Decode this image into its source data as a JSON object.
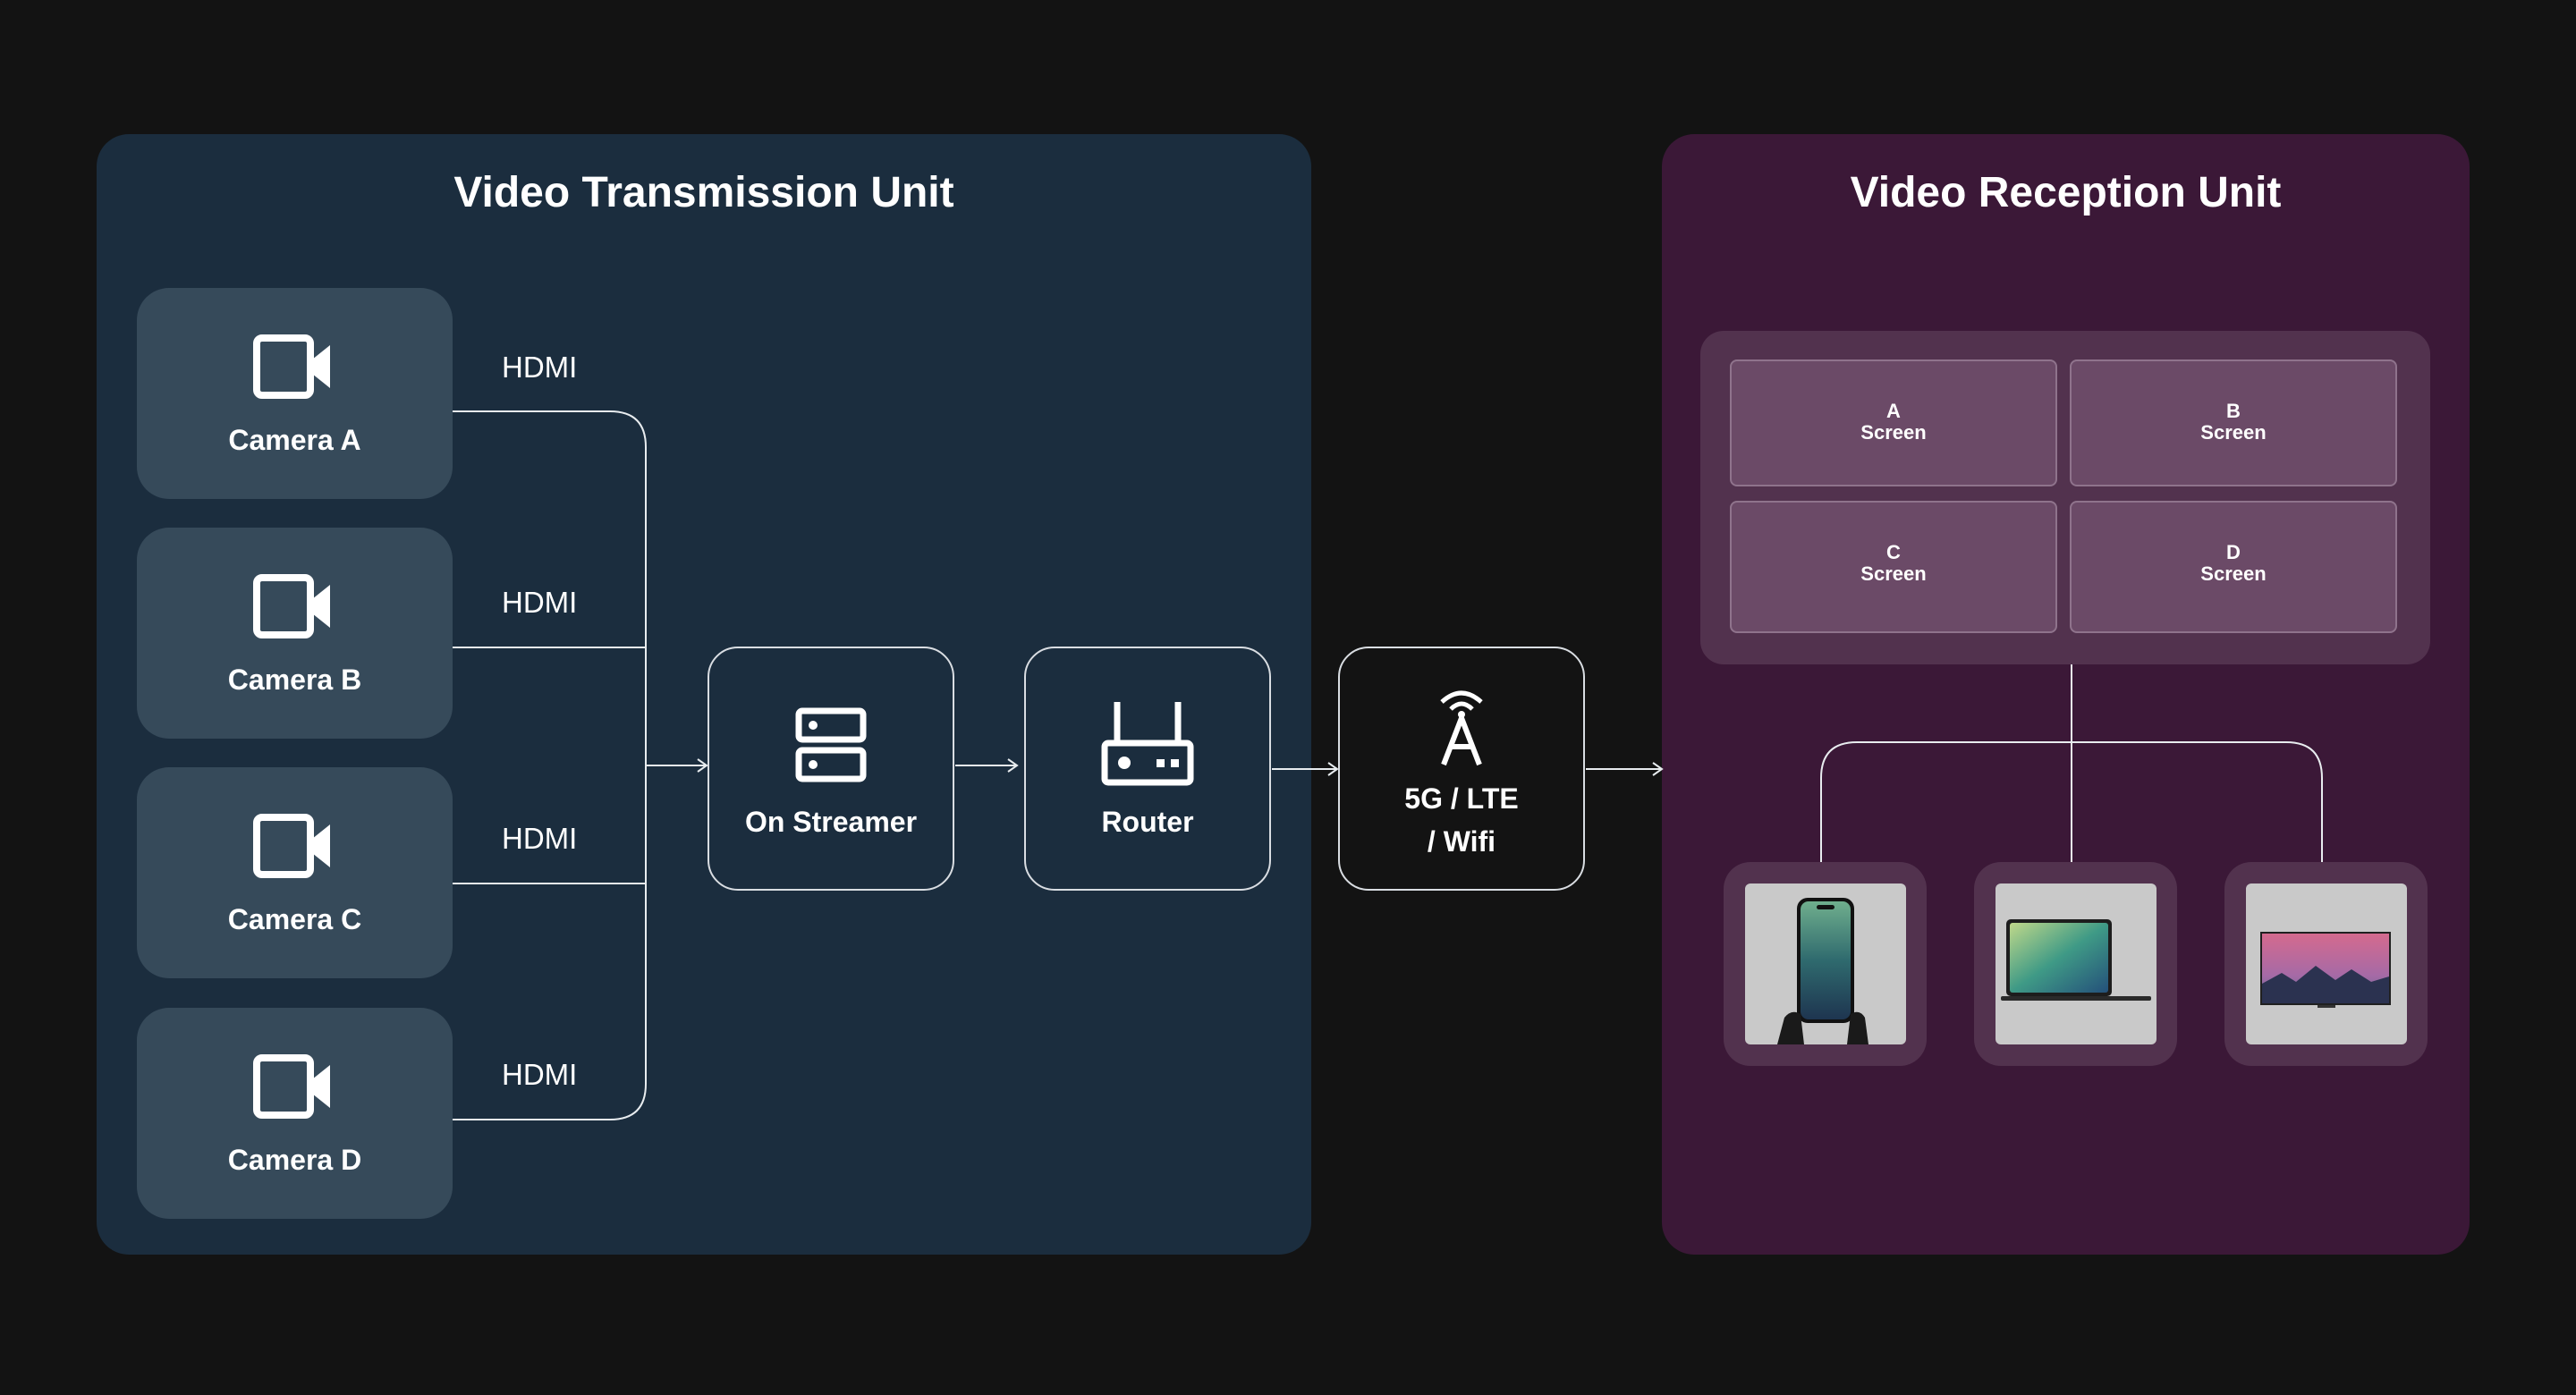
{
  "transmission": {
    "title": "Video Transmission Unit",
    "cameras": [
      {
        "label": "Camera A",
        "link": "HDMI"
      },
      {
        "label": "Camera B",
        "link": "HDMI"
      },
      {
        "label": "Camera C",
        "link": "HDMI"
      },
      {
        "label": "Camera D",
        "link": "HDMI"
      }
    ],
    "streamer": "On Streamer",
    "router": "Router"
  },
  "network": {
    "line1": "5G / LTE",
    "line2": "/ Wifi"
  },
  "reception": {
    "title": "Video Reception Unit",
    "screens": [
      {
        "letter": "A",
        "label": "Screen"
      },
      {
        "letter": "B",
        "label": "Screen"
      },
      {
        "letter": "C",
        "label": "Screen"
      },
      {
        "letter": "D",
        "label": "Screen"
      }
    ],
    "devices": [
      "phone-image",
      "laptop-image",
      "tv-image"
    ]
  },
  "colors": {
    "background": "#131313",
    "transmission_panel": "#1b2d3e",
    "reception_panel": "#3b1837",
    "camera_card": "#364a5a",
    "screen_tile": "#6b4a67"
  }
}
